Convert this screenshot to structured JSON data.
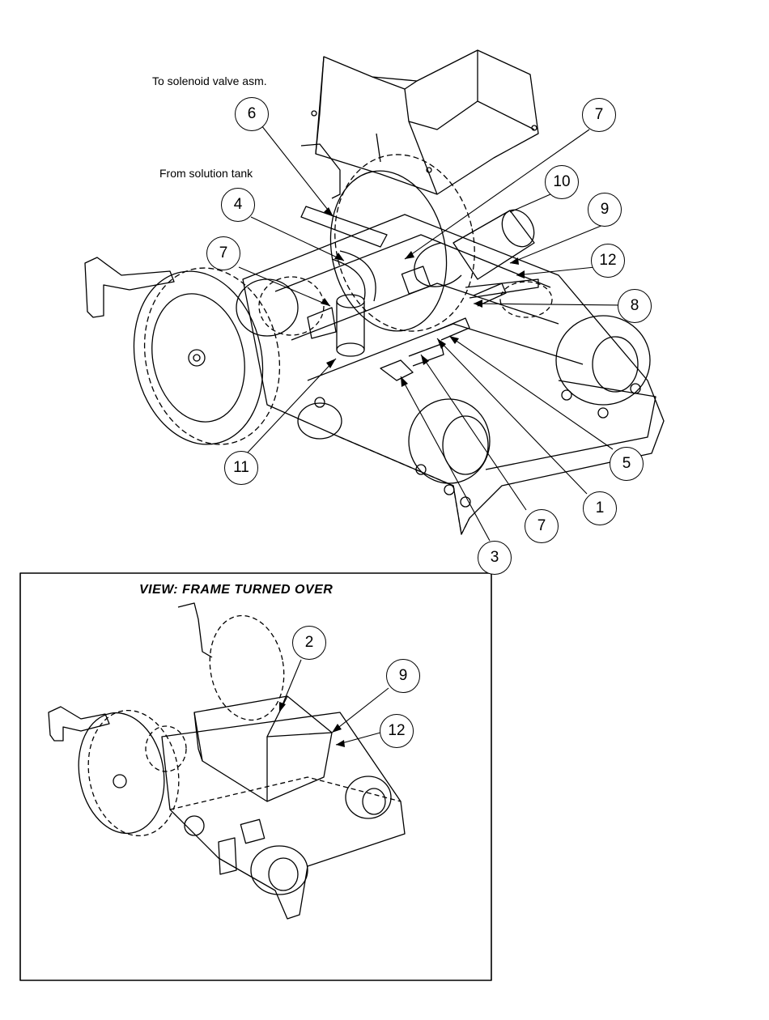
{
  "notes": {
    "solenoid": "To solenoid valve asm.",
    "tank": "From solution tank"
  },
  "inset": {
    "title": "VIEW:  FRAME TURNED OVER"
  },
  "main_callouts": [
    "6",
    "7",
    "10",
    "9",
    "12",
    "8",
    "4",
    "7",
    "11",
    "5",
    "1",
    "7",
    "3"
  ],
  "inset_callouts": [
    "2",
    "9",
    "12"
  ]
}
